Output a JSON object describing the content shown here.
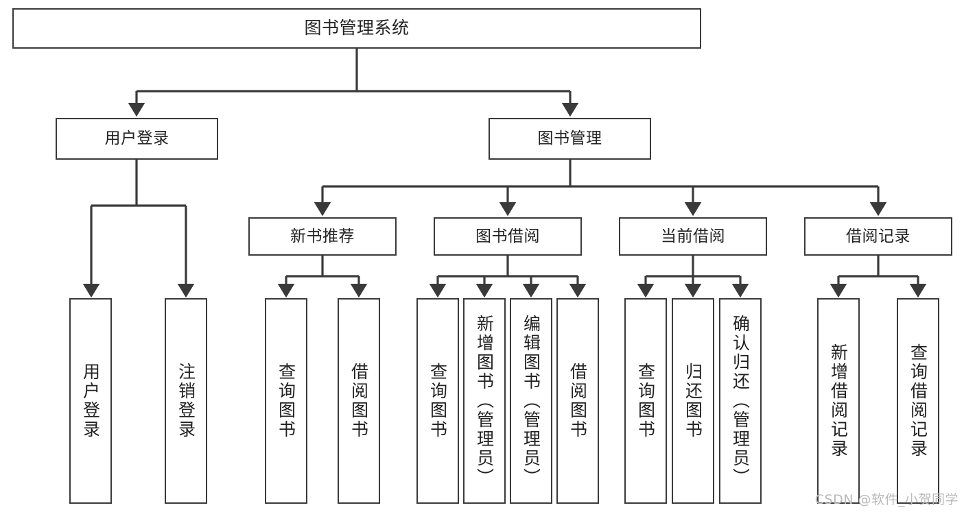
{
  "diagram": {
    "title": "图书管理系统",
    "type": "tree",
    "orientation": "top-down",
    "colors": {
      "node_border": "#3a3a3a",
      "node_fill": "#ffffff",
      "edge": "#3a3a3a",
      "text": "#222222",
      "watermark": "#b9b9b9"
    },
    "root": {
      "label": "图书管理系统"
    },
    "level2": [
      {
        "id": "user-login",
        "label": "用户登录"
      },
      {
        "id": "book-manage",
        "label": "图书管理"
      }
    ],
    "level3": [
      {
        "id": "new-book-recommend",
        "label": "新书推荐",
        "parent": "book-manage"
      },
      {
        "id": "book-borrow",
        "label": "图书借阅",
        "parent": "book-manage"
      },
      {
        "id": "current-borrow",
        "label": "当前借阅",
        "parent": "book-manage"
      },
      {
        "id": "borrow-record",
        "label": "借阅记录",
        "parent": "book-manage"
      }
    ],
    "leaves": {
      "user-login": [
        {
          "id": "leaf-user-login",
          "label": "用户登录"
        },
        {
          "id": "leaf-logout",
          "label": "注销登录"
        }
      ],
      "new-book-recommend": [
        {
          "id": "leaf-query-book-1",
          "label": "查询图书"
        },
        {
          "id": "leaf-borrow-book-1",
          "label": "借阅图书"
        }
      ],
      "book-borrow": [
        {
          "id": "leaf-query-book-2",
          "label": "查询图书"
        },
        {
          "id": "leaf-add-book",
          "label": "新增图书（管理员）"
        },
        {
          "id": "leaf-edit-book",
          "label": "编辑图书（管理员）"
        },
        {
          "id": "leaf-borrow-book-2",
          "label": "借阅图书"
        }
      ],
      "current-borrow": [
        {
          "id": "leaf-query-book-3",
          "label": "查询图书"
        },
        {
          "id": "leaf-return-book",
          "label": "归还图书"
        },
        {
          "id": "leaf-confirm-return",
          "label": "确认归还（管理员）"
        }
      ],
      "borrow-record": [
        {
          "id": "leaf-add-record",
          "label": "新增借阅记录"
        },
        {
          "id": "leaf-query-record",
          "label": "查询借阅记录"
        }
      ]
    }
  },
  "watermark": {
    "text": "CSDN @软件_小贺同学"
  }
}
